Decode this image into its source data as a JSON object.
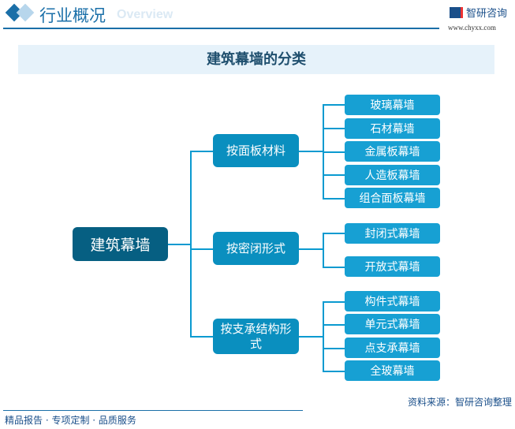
{
  "header": {
    "title": "行业概况",
    "subtitle_en": "Overview",
    "logo_text": "智研咨询",
    "url": "www.chyxx.com"
  },
  "diagram": {
    "title": "建筑幕墙的分类",
    "root": "建筑幕墙",
    "categories": [
      {
        "label": "按面板材料",
        "items": [
          "玻璃幕墙",
          "石材幕墙",
          "金属板幕墙",
          "人造板幕墙",
          "组合面板幕墙"
        ]
      },
      {
        "label": "按密闭形式",
        "items": [
          "封闭式幕墙",
          "开放式幕墙"
        ]
      },
      {
        "label": "按支承结构形式",
        "items": [
          "构件式幕墙",
          "单元式幕墙",
          "点支承幕墙",
          "全玻幕墙"
        ]
      }
    ]
  },
  "footer": {
    "left": "精品报告 · 专项定制 · 品质服务",
    "source": "资料来源：智研咨询整理"
  }
}
